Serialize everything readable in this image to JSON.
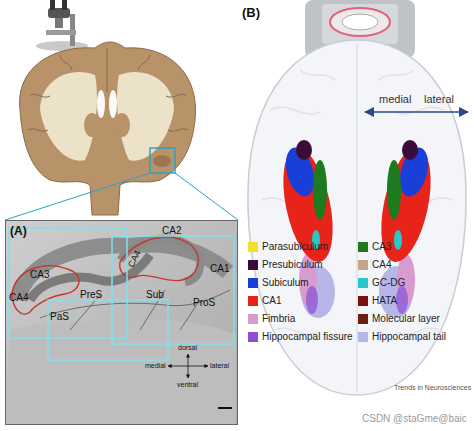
{
  "diagram": {
    "nodes": [
      {
        "text": [
          "(A)"
        ]
      }
    ],
    "labels": [
      "CA2",
      "CA4",
      "CA1",
      "CA3",
      "CA4",
      "PreS",
      "Sub",
      "ProS",
      "PaS",
      "dorsal",
      "lateral",
      "medial",
      "ventral",
      "(B)",
      "medial",
      "lateral",
      "Trends in Neurosciences",
      "CSDN @staGme@baic"
    ],
    "legend": [
      {
        "text": "Parasubiculum",
        "color": "#f2e227"
      },
      {
        "text": "Presubiculum",
        "color": "#3a0c3a"
      },
      {
        "text": "Subiculum",
        "color": "#1a3fd8"
      },
      {
        "text": "CA1",
        "color": "#e8231a"
      },
      {
        "text": "Fimbria",
        "color": "#d89bd0"
      },
      {
        "text": "Hippocampal fissure",
        "color": "#8c4fd6"
      },
      {
        "text": "CA3",
        "color": "#1e7a1e"
      },
      {
        "text": "CA4",
        "color": "#c8a58a"
      },
      {
        "text": "GC-DG",
        "color": "#28c8c8"
      },
      {
        "text": "HATA",
        "color": "#7a1010"
      },
      {
        "text": "Molecular layer",
        "color": "#6e1b12"
      },
      {
        "text": "Hippocampal tail",
        "color": "#b6b6e8"
      }
    ]
  }
}
